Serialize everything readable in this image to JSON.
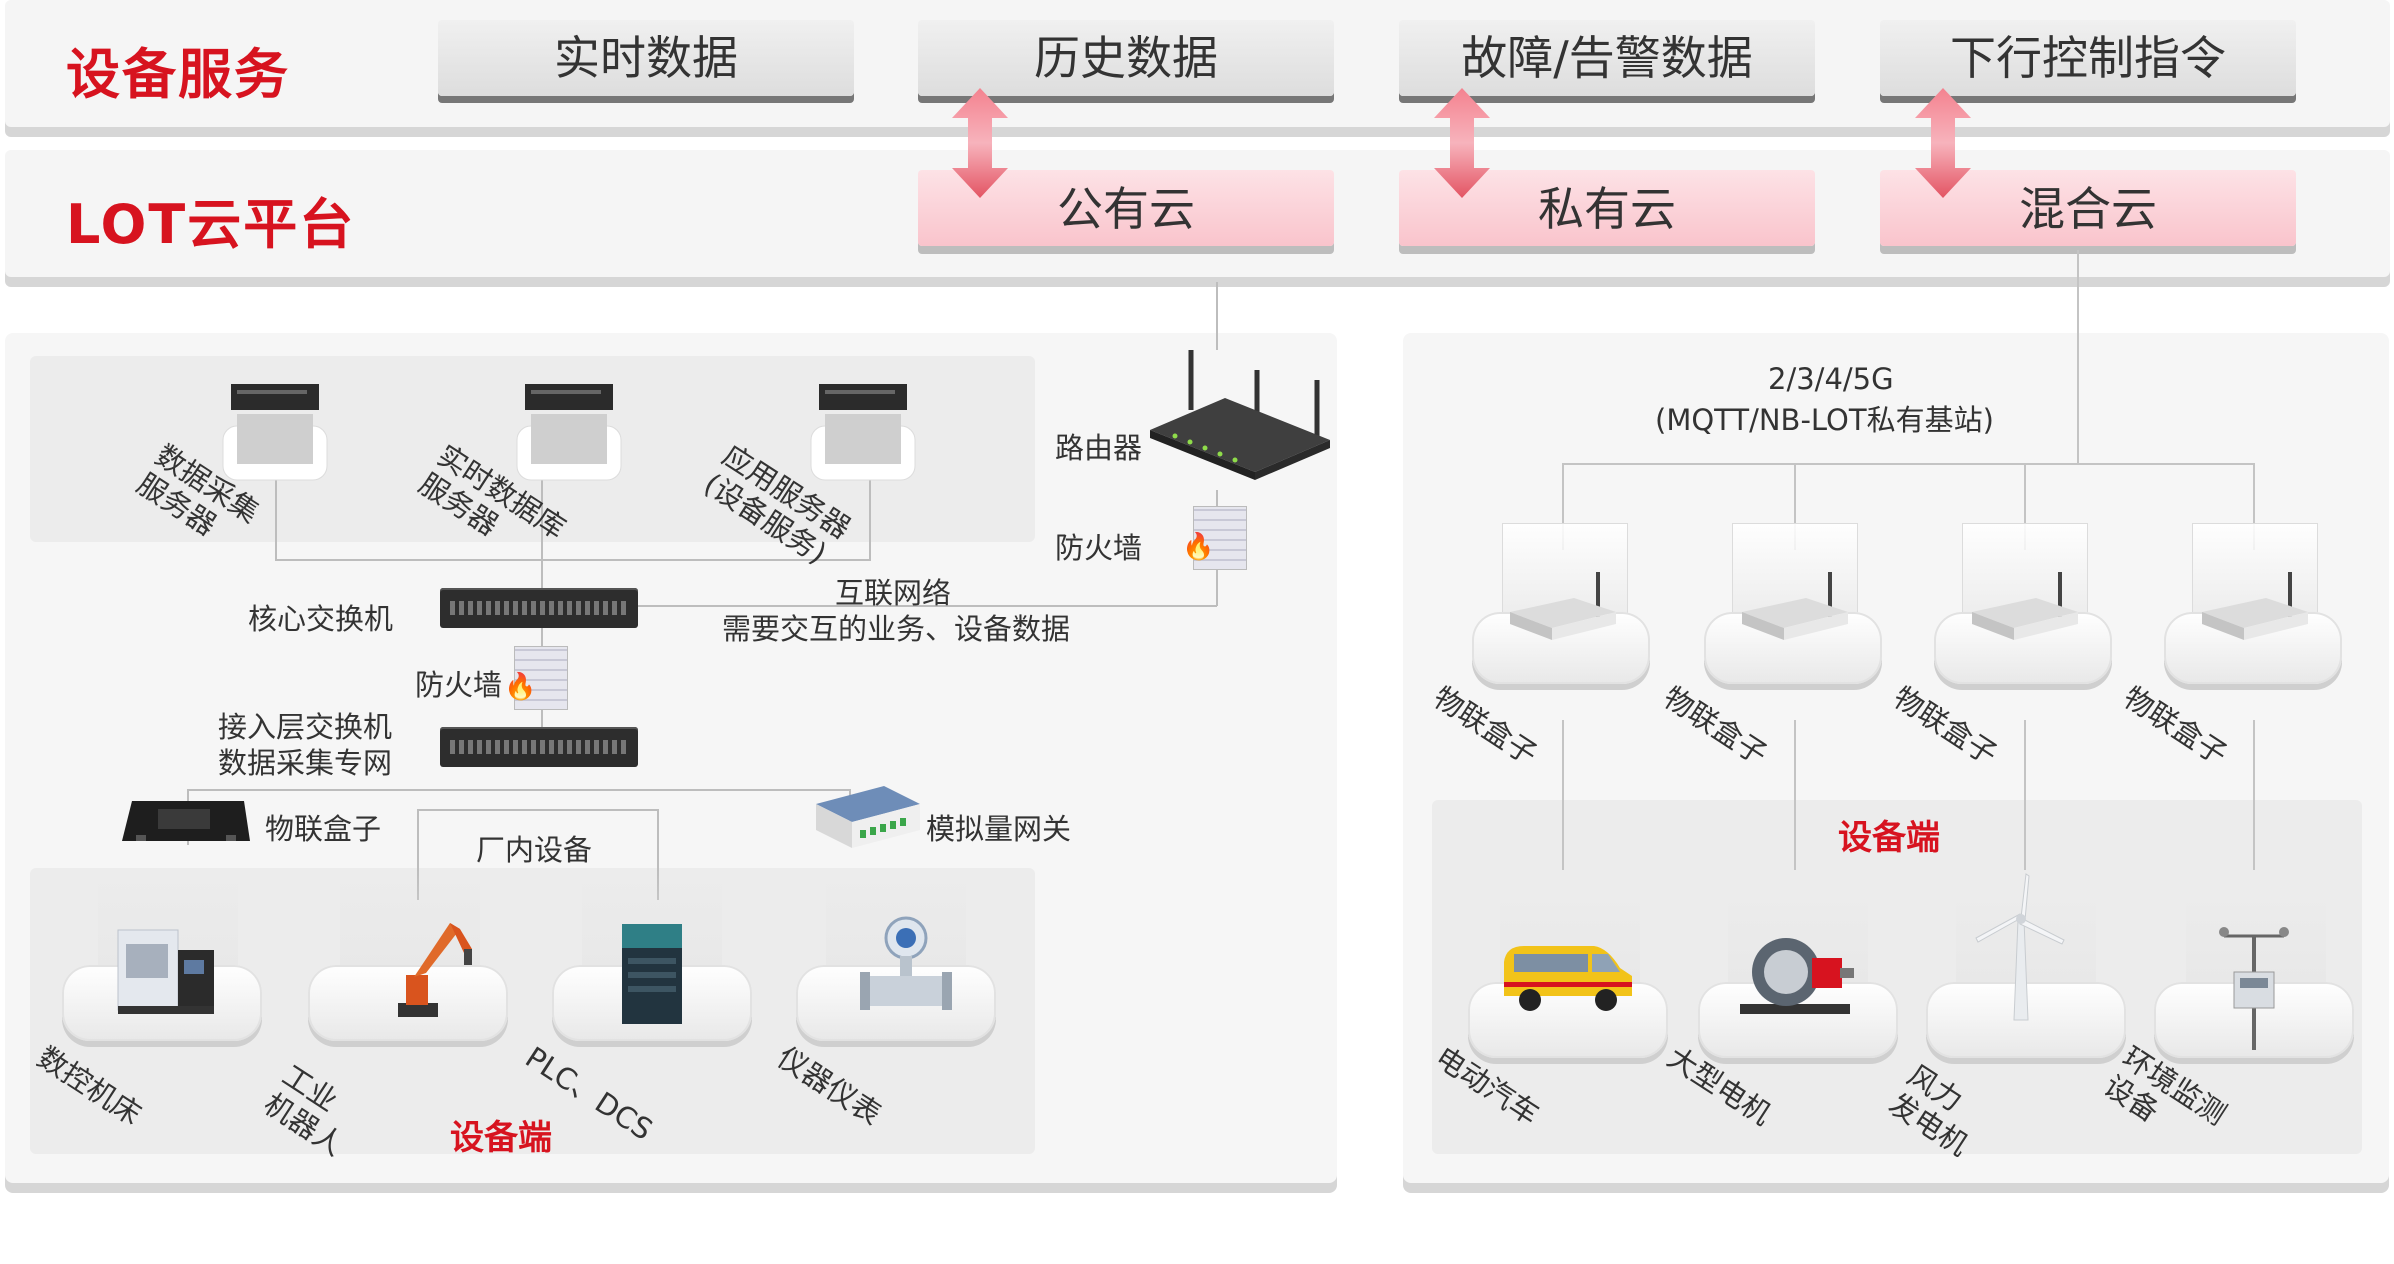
{
  "device_service": {
    "title": "设备服务",
    "tabs": [
      "实时数据",
      "历史数据",
      "故障/告警数据",
      "下行控制指令"
    ]
  },
  "cloud_platform": {
    "title": "LOT云平台",
    "clouds": [
      "公有云",
      "私有云",
      "混合云"
    ]
  },
  "colors": {
    "accent": "#d7131f",
    "cloud_pink": "#f9c4cc",
    "panel": "#f5f5f5"
  },
  "left": {
    "servers": [
      "数据采集\n服务器",
      "实时数据库\n服务器",
      "应用服务器\n(设备服务)"
    ],
    "router": "路由器",
    "firewall_top": "防火墙",
    "core_switch": "核心交换机",
    "internet": "互联网络",
    "internet_desc": "需要交互的业务、设备数据",
    "firewall_mid": "防火墙",
    "access_switch": "接入层交换机",
    "access_desc": "数据采集专网",
    "iot_box": "物联盒子",
    "plant_devices": "厂内设备",
    "analog_gateway": "模拟量网关",
    "devices": [
      "数控机床",
      "工业\n机器人",
      "PLC、DCS",
      "仪器仪表"
    ],
    "device_end": "设备端"
  },
  "right": {
    "network": "2/3/4/5G",
    "network_desc": "(MQTT/NB-LOT私有基站)",
    "boxes": [
      "物联盒子",
      "物联盒子",
      "物联盒子",
      "物联盒子"
    ],
    "device_end": "设备端",
    "devices": [
      "电动汽车",
      "大型电机",
      "风力\n发电机",
      "环境监测\n设备"
    ]
  },
  "icons": [
    "server-icon",
    "router-icon",
    "firewall-icon",
    "switch-icon",
    "iot-box-icon",
    "gateway-icon",
    "cnc-machine-icon",
    "robot-arm-icon",
    "plc-icon",
    "flowmeter-icon",
    "electric-vehicle-icon",
    "motor-icon",
    "wind-turbine-icon",
    "weather-station-icon",
    "bidirectional-arrow-icon"
  ]
}
